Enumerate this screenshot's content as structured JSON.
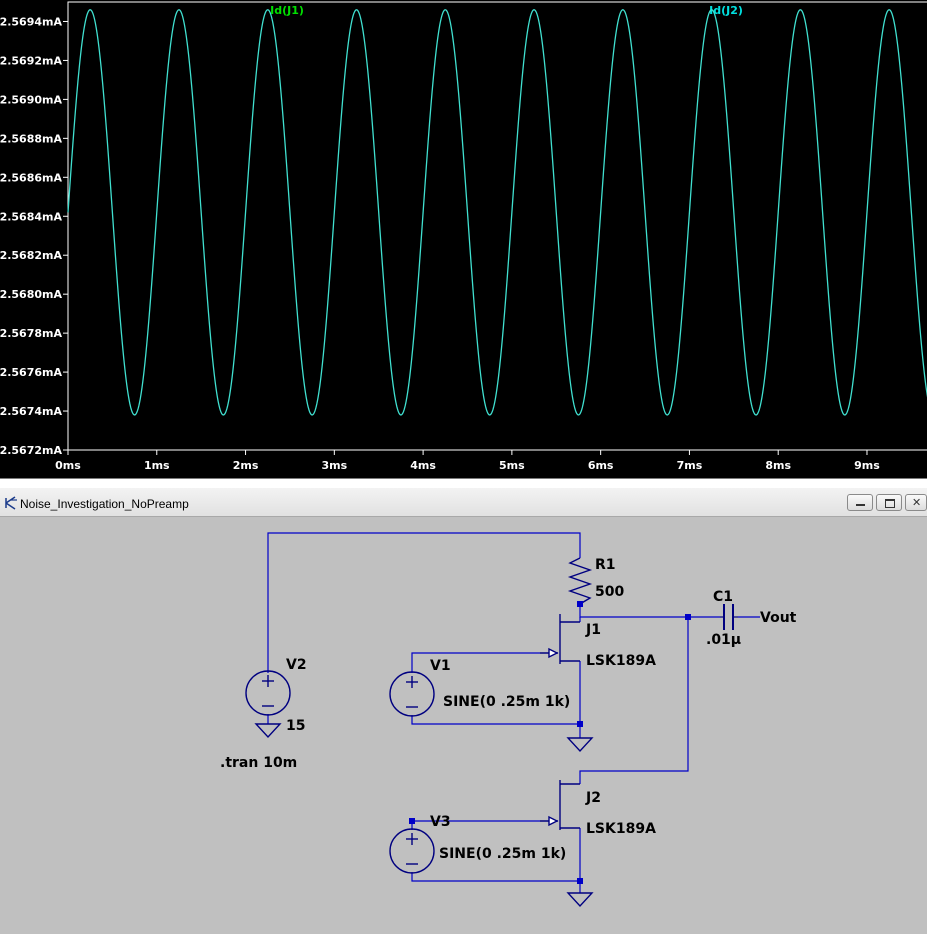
{
  "window_title": "Noise_Investigation_NoPreamp",
  "plot": {
    "legend": [
      {
        "label": "Id(J1)",
        "color": "#00e000"
      },
      {
        "label": "Id(J2)",
        "color": "#00e0e0"
      }
    ],
    "trace_color": "#40e0d0"
  },
  "chart_data": {
    "type": "line",
    "x_ticks": [
      "0ms",
      "1ms",
      "2ms",
      "3ms",
      "4ms",
      "5ms",
      "6ms",
      "7ms",
      "8ms",
      "9ms"
    ],
    "y_ticks": [
      "2.5694mA",
      "2.5692mA",
      "2.5690mA",
      "2.5688mA",
      "2.5686mA",
      "2.5684mA",
      "2.5682mA",
      "2.5680mA",
      "2.5678mA",
      "2.5676mA",
      "2.5674mA",
      "2.5672mA"
    ],
    "xlim": [
      0,
      9.8
    ],
    "ylim": [
      2.5672,
      2.5695
    ],
    "series": [
      {
        "name": "Id(J2)",
        "function": "sine",
        "offset_mA": 2.56842,
        "amplitude_mA": 0.00104,
        "frequency_kHz": 1
      }
    ],
    "grid": false
  },
  "schematic": {
    "R1": {
      "name": "R1",
      "value": "500"
    },
    "C1": {
      "name": "C1",
      "value": ".01μ"
    },
    "J1": {
      "name": "J1",
      "model": "LSK189A"
    },
    "J2": {
      "name": "J2",
      "model": "LSK189A"
    },
    "V1": {
      "name": "V1",
      "value": "SINE(0 .25m 1k)"
    },
    "V2": {
      "name": "V2",
      "value": "15"
    },
    "V3": {
      "name": "V3",
      "value": "SINE(0 .25m 1k)"
    },
    "net_out": "Vout",
    "directive": ".tran 10m",
    "wire_color": "#0000c8",
    "component_color": "#000080"
  }
}
